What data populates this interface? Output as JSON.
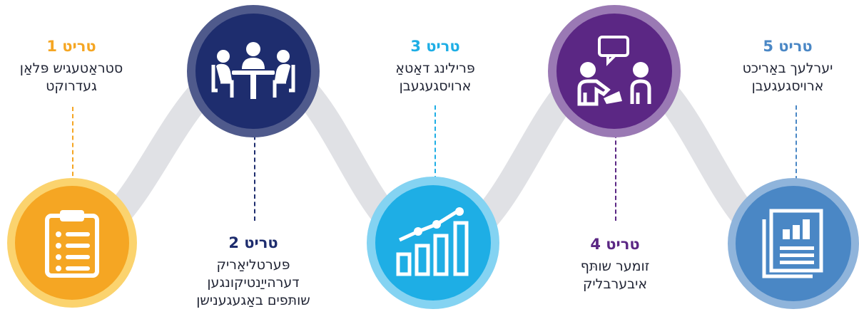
{
  "steps": [
    {
      "title": "טריט 1",
      "description": "סטראַטעגיש פּלאַן\nגעדרוקט",
      "color": "#f5a623",
      "ring": "#fbd36e",
      "icon": "clipboard-icon"
    },
    {
      "title": "טריט 2",
      "description": "פּערטליאַריק\nדערהייַנטיקונגען\nשותּפים באַגעגענישן",
      "color": "#1e2d6e",
      "ring": "#4f5a8c",
      "icon": "meeting-icon"
    },
    {
      "title": "טריט 3",
      "description": "פּרילינג דאַטאַ\nארויסגעגעבן",
      "color": "#1eaee5",
      "ring": "#84d3f2",
      "icon": "growth-chart-icon"
    },
    {
      "title": "טריט 4",
      "description": "זומער שותּף\nאיבערבליק",
      "color": "#5b2784",
      "ring": "#9a79b4",
      "icon": "conversation-icon"
    },
    {
      "title": "טריט 5",
      "description": "יערלעך באַריכט\nארויסגעגעבן",
      "color": "#4a87c5",
      "ring": "#8fb4db",
      "icon": "report-icon"
    }
  ]
}
